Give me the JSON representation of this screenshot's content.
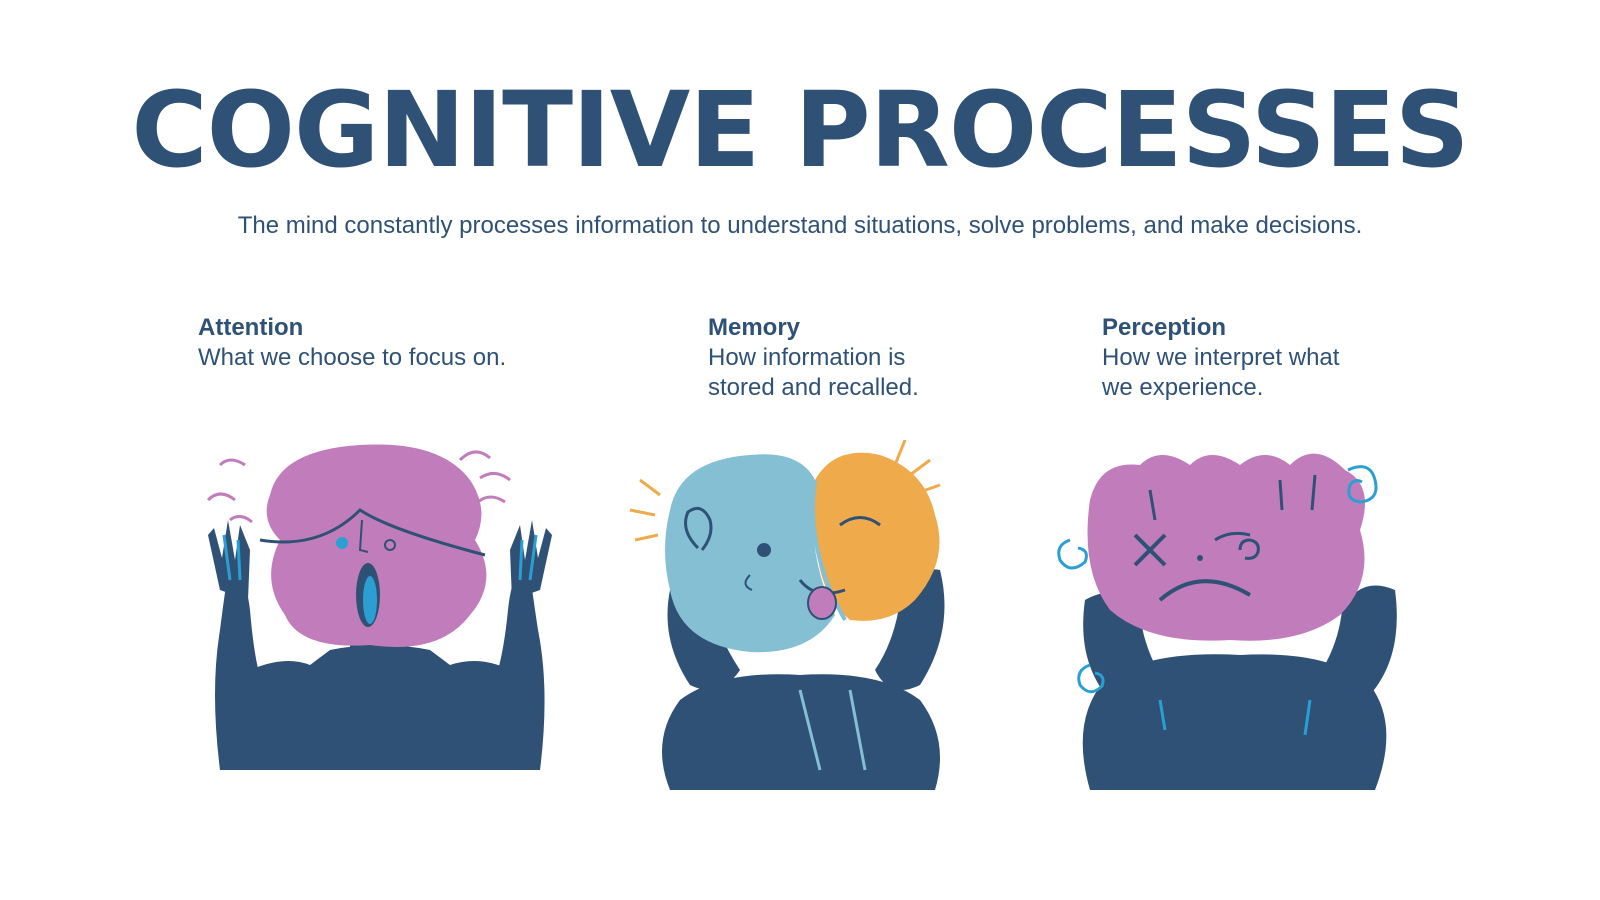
{
  "title": "COGNITIVE PROCESSES",
  "subtitle": "The mind constantly processes information to understand situations, solve problems, and make decisions.",
  "cards": [
    {
      "heading": "Attention",
      "description": "What we choose to focus on.",
      "illustration": "surprised-person-illustration"
    },
    {
      "heading": "Memory",
      "description": "How information is\nstored and recalled.",
      "illustration": "daydreaming-person-illustration"
    },
    {
      "heading": "Perception",
      "description": "How we interpret what\nwe experience.",
      "illustration": "dizzy-person-illustration"
    }
  ],
  "colors": {
    "navy": "#2f5176",
    "pink": "#c17dbb",
    "light_blue": "#84bfd4",
    "orange": "#efaa4b",
    "bright_blue": "#2b9fd2"
  }
}
